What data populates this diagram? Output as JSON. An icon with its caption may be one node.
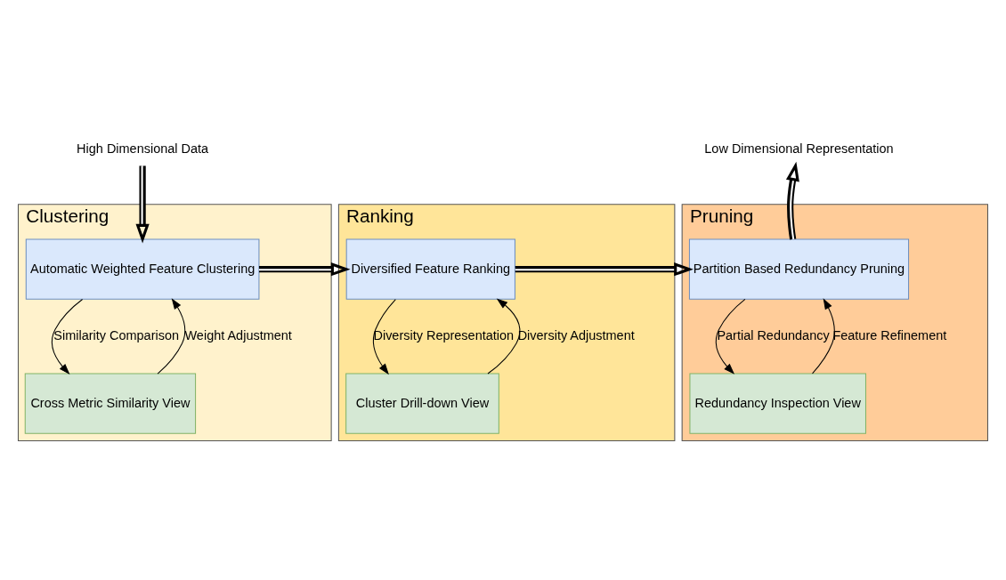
{
  "diagram": {
    "nodes": [
      {
        "text": [
          "Clustering"
        ]
      },
      {
        "text": [
          "Automatic Weighted Feature Clustering"
        ],
        "in": 0
      },
      {
        "text": [
          "Cross Metric Similarity View"
        ],
        "in": 0
      },
      {
        "text": [
          "Ranking"
        ]
      },
      {
        "text": [
          "Diversified Feature Ranking"
        ],
        "in": 3
      },
      {
        "text": [
          "Cluster Drill-down View"
        ],
        "in": 3
      },
      {
        "text": [
          "Pruning"
        ]
      },
      {
        "text": [
          "Partition Based Redundancy Pruning"
        ],
        "in": 6
      },
      {
        "text": [
          "Redundancy Inspection View"
        ],
        "in": 6
      },
      {
        "text": [
          "High Dimensional Data"
        ]
      },
      {
        "text": [
          "Low Dimensional Representation"
        ]
      }
    ],
    "edges": [
      {
        "from": 9,
        "to": 1,
        "arrow": "to",
        "style": "thick"
      },
      {
        "from": 1,
        "to": 2,
        "arrow": "to",
        "label": "Similarity Comparison"
      },
      {
        "from": 2,
        "to": 1,
        "arrow": "to",
        "label": "Weight Adjustment"
      },
      {
        "from": 1,
        "to": 4,
        "arrow": "to",
        "style": "thick"
      },
      {
        "from": 4,
        "to": 5,
        "arrow": "to",
        "label": "Diversity Representation"
      },
      {
        "from": 5,
        "to": 4,
        "arrow": "to",
        "label": "Diversity Adjustment"
      },
      {
        "from": 4,
        "to": 7,
        "arrow": "to",
        "style": "thick"
      },
      {
        "from": 7,
        "to": 8,
        "arrow": "to",
        "label": "Partial Redundancy"
      },
      {
        "from": 8,
        "to": 7,
        "arrow": "to",
        "label": "Feature Refinement"
      },
      {
        "from": 7,
        "to": 10,
        "arrow": "to",
        "style": "thick"
      }
    ]
  }
}
